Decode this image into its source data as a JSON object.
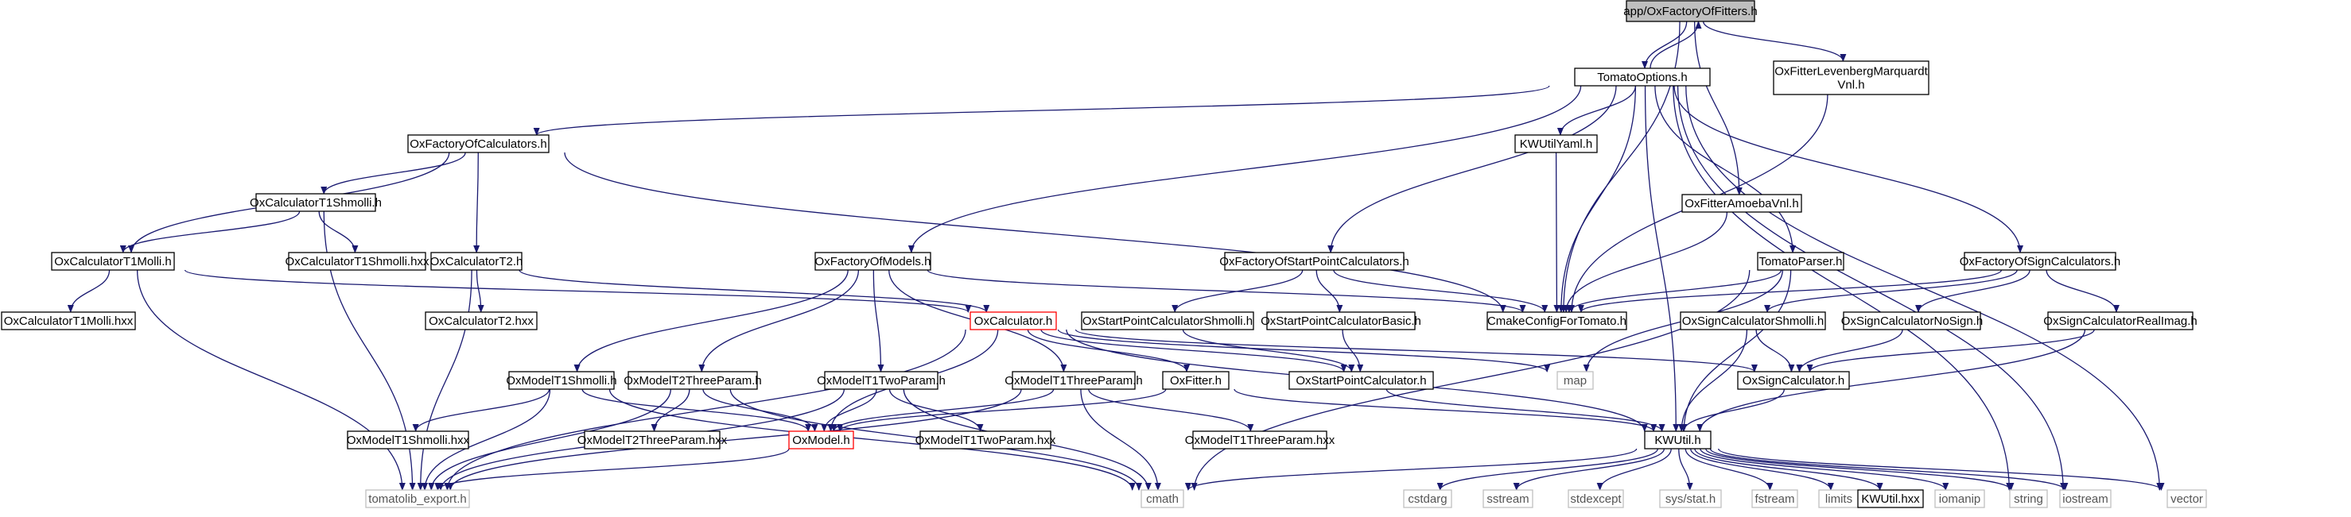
{
  "diagram": {
    "title": "",
    "colors": {
      "edge": "#191970",
      "root_fill": "#bfbfbf",
      "incomplete": "#ff0000",
      "external": "#bfbfbf"
    },
    "nodes": [
      {
        "id": "root",
        "lines": [
          "app/OxFactoryOfFitters.h"
        ],
        "style": "root"
      },
      {
        "id": "tomatoOptions",
        "lines": [
          "TomatoOptions.h"
        ],
        "style": "normal"
      },
      {
        "id": "lm",
        "lines": [
          "OxFitterLevenbergMarquardt",
          "Vnl.h"
        ],
        "style": "normal"
      },
      {
        "id": "factCalc",
        "lines": [
          "OxFactoryOfCalculators.h"
        ],
        "style": "normal"
      },
      {
        "id": "kwYaml",
        "lines": [
          "KWUtilYaml.h"
        ],
        "style": "normal"
      },
      {
        "id": "amoeba",
        "lines": [
          "OxFitterAmoebaVnl.h"
        ],
        "style": "normal"
      },
      {
        "id": "shmolli",
        "lines": [
          "OxCalculatorT1Shmolli.h"
        ],
        "style": "normal"
      },
      {
        "id": "shmolliHxx",
        "lines": [
          "OxCalculatorT1Shmolli.hxx"
        ],
        "style": "normal"
      },
      {
        "id": "molli",
        "lines": [
          "OxCalculatorT1Molli.h"
        ],
        "style": "normal"
      },
      {
        "id": "molliHxx",
        "lines": [
          "OxCalculatorT1Molli.hxx"
        ],
        "style": "normal"
      },
      {
        "id": "t2",
        "lines": [
          "OxCalculatorT2.h"
        ],
        "style": "normal"
      },
      {
        "id": "t2Hxx",
        "lines": [
          "OxCalculatorT2.hxx"
        ],
        "style": "normal"
      },
      {
        "id": "factModels",
        "lines": [
          "OxFactoryOfModels.h"
        ],
        "style": "normal"
      },
      {
        "id": "factStart",
        "lines": [
          "OxFactoryOfStartPointCalculators.h"
        ],
        "style": "normal"
      },
      {
        "id": "parser",
        "lines": [
          "TomatoParser.h"
        ],
        "style": "normal"
      },
      {
        "id": "factSign",
        "lines": [
          "OxFactoryOfSignCalculators.h"
        ],
        "style": "normal"
      },
      {
        "id": "calc",
        "lines": [
          "OxCalculator.h"
        ],
        "style": "red"
      },
      {
        "id": "cmake",
        "lines": [
          "CmakeConfigForTomato.h"
        ],
        "style": "normal"
      },
      {
        "id": "spShmolli",
        "lines": [
          "OxStartPointCalculatorShmolli.h"
        ],
        "style": "normal"
      },
      {
        "id": "spBasic",
        "lines": [
          "OxStartPointCalculatorBasic.h"
        ],
        "style": "normal"
      },
      {
        "id": "sgShmolli",
        "lines": [
          "OxSignCalculatorShmolli.h"
        ],
        "style": "normal"
      },
      {
        "id": "sgNoSign",
        "lines": [
          "OxSignCalculatorNoSign.h"
        ],
        "style": "normal"
      },
      {
        "id": "sgReal",
        "lines": [
          "OxSignCalculatorRealImag.h"
        ],
        "style": "normal"
      },
      {
        "id": "mShmolli",
        "lines": [
          "OxModelT1Shmolli.h"
        ],
        "style": "normal"
      },
      {
        "id": "mT2",
        "lines": [
          "OxModelT2ThreeParam.h"
        ],
        "style": "normal"
      },
      {
        "id": "mTwo",
        "lines": [
          "OxModelT1TwoParam.h"
        ],
        "style": "normal"
      },
      {
        "id": "mThree",
        "lines": [
          "OxModelT1ThreeParam.h"
        ],
        "style": "normal"
      },
      {
        "id": "fitter",
        "lines": [
          "OxFitter.h"
        ],
        "style": "normal"
      },
      {
        "id": "spCalc",
        "lines": [
          "OxStartPointCalculator.h"
        ],
        "style": "normal"
      },
      {
        "id": "map",
        "lines": [
          "map"
        ],
        "style": "grey"
      },
      {
        "id": "sgCalc",
        "lines": [
          "OxSignCalculator.h"
        ],
        "style": "normal"
      },
      {
        "id": "mShmolliHxx",
        "lines": [
          "OxModelT1Shmolli.hxx"
        ],
        "style": "normal"
      },
      {
        "id": "mT2Hxx",
        "lines": [
          "OxModelT2ThreeParam.hxx"
        ],
        "style": "normal"
      },
      {
        "id": "model",
        "lines": [
          "OxModel.h"
        ],
        "style": "red"
      },
      {
        "id": "mTwoHxx",
        "lines": [
          "OxModelT1TwoParam.hxx"
        ],
        "style": "normal"
      },
      {
        "id": "mThreeHxx",
        "lines": [
          "OxModelT1ThreeParam.hxx"
        ],
        "style": "normal"
      },
      {
        "id": "kwutil",
        "lines": [
          "KWUtil.h"
        ],
        "style": "normal"
      },
      {
        "id": "export",
        "lines": [
          "tomatolib_export.h"
        ],
        "style": "grey"
      },
      {
        "id": "cmath",
        "lines": [
          "cmath"
        ],
        "style": "grey"
      },
      {
        "id": "cstdarg",
        "lines": [
          "cstdarg"
        ],
        "style": "grey"
      },
      {
        "id": "sstream",
        "lines": [
          "sstream"
        ],
        "style": "grey"
      },
      {
        "id": "stdexcept",
        "lines": [
          "stdexcept"
        ],
        "style": "grey"
      },
      {
        "id": "sysstat",
        "lines": [
          "sys/stat.h"
        ],
        "style": "grey"
      },
      {
        "id": "fstream",
        "lines": [
          "fstream"
        ],
        "style": "grey"
      },
      {
        "id": "limits",
        "lines": [
          "limits"
        ],
        "style": "grey"
      },
      {
        "id": "kwHxx",
        "lines": [
          "KWUtil.hxx"
        ],
        "style": "normal"
      },
      {
        "id": "iomanip",
        "lines": [
          "iomanip"
        ],
        "style": "grey"
      },
      {
        "id": "string",
        "lines": [
          "string"
        ],
        "style": "grey"
      },
      {
        "id": "iostream",
        "lines": [
          "iostream"
        ],
        "style": "grey"
      },
      {
        "id": "vector",
        "lines": [
          "vector"
        ],
        "style": "grey"
      }
    ],
    "edges": [
      [
        "root",
        "tomatoOptions"
      ],
      [
        "root",
        "lm"
      ],
      [
        "root",
        "amoeba"
      ],
      [
        "root",
        "cmake"
      ],
      [
        "tomatoOptions",
        "root"
      ],
      [
        "tomatoOptions",
        "factCalc"
      ],
      [
        "tomatoOptions",
        "kwYaml"
      ],
      [
        "tomatoOptions",
        "factModels"
      ],
      [
        "tomatoOptions",
        "factStart"
      ],
      [
        "tomatoOptions",
        "parser"
      ],
      [
        "tomatoOptions",
        "factSign"
      ],
      [
        "tomatoOptions",
        "cmake"
      ],
      [
        "tomatoOptions",
        "kwutil"
      ],
      [
        "tomatoOptions",
        "iostream"
      ],
      [
        "tomatoOptions",
        "vector"
      ],
      [
        "tomatoOptions",
        "string"
      ],
      [
        "lm",
        "cmake"
      ],
      [
        "amoeba",
        "cmake"
      ],
      [
        "kwYaml",
        "cmake"
      ],
      [
        "factCalc",
        "shmolli"
      ],
      [
        "factCalc",
        "molli"
      ],
      [
        "factCalc",
        "t2"
      ],
      [
        "factCalc",
        "cmake"
      ],
      [
        "shmolli",
        "molli"
      ],
      [
        "shmolli",
        "shmolliHxx"
      ],
      [
        "shmolli",
        "export"
      ],
      [
        "molli",
        "molliHxx"
      ],
      [
        "molli",
        "calc"
      ],
      [
        "molli",
        "export"
      ],
      [
        "t2",
        "t2Hxx"
      ],
      [
        "t2",
        "calc"
      ],
      [
        "t2",
        "export"
      ],
      [
        "factModels",
        "mShmolli"
      ],
      [
        "factModels",
        "mT2"
      ],
      [
        "factModels",
        "mTwo"
      ],
      [
        "factModels",
        "mThree"
      ],
      [
        "factModels",
        "cmake"
      ],
      [
        "factStart",
        "spShmolli"
      ],
      [
        "factStart",
        "spBasic"
      ],
      [
        "factStart",
        "cmake"
      ],
      [
        "spShmolli",
        "spCalc"
      ],
      [
        "spBasic",
        "spCalc"
      ],
      [
        "parser",
        "cmake"
      ],
      [
        "parser",
        "map"
      ],
      [
        "parser",
        "kwutil"
      ],
      [
        "parser",
        "cmath"
      ],
      [
        "factSign",
        "sgShmolli"
      ],
      [
        "factSign",
        "sgNoSign"
      ],
      [
        "factSign",
        "sgReal"
      ],
      [
        "factSign",
        "cmake"
      ],
      [
        "sgShmolli",
        "sgCalc"
      ],
      [
        "sgShmolli",
        "kwutil"
      ],
      [
        "sgNoSign",
        "sgCalc"
      ],
      [
        "sgReal",
        "sgCalc"
      ],
      [
        "sgReal",
        "kwutil"
      ],
      [
        "sgCalc",
        "kwutil"
      ],
      [
        "calc",
        "model"
      ],
      [
        "calc",
        "fitter"
      ],
      [
        "calc",
        "spCalc"
      ],
      [
        "calc",
        "sgCalc"
      ],
      [
        "calc",
        "kwutil"
      ],
      [
        "calc",
        "map"
      ],
      [
        "calc",
        "export"
      ],
      [
        "fitter",
        "model"
      ],
      [
        "fitter",
        "kwutil"
      ],
      [
        "spCalc",
        "kwutil"
      ],
      [
        "mShmolli",
        "model"
      ],
      [
        "mShmolli",
        "mShmolliHxx"
      ],
      [
        "mShmolli",
        "export"
      ],
      [
        "mShmolli",
        "cmath"
      ],
      [
        "mT2",
        "model"
      ],
      [
        "mT2",
        "mT2Hxx"
      ],
      [
        "mT2",
        "export"
      ],
      [
        "mT2",
        "cmath"
      ],
      [
        "mTwo",
        "model"
      ],
      [
        "mTwo",
        "mTwoHxx"
      ],
      [
        "mTwo",
        "export"
      ],
      [
        "mTwo",
        "cmath"
      ],
      [
        "mThree",
        "model"
      ],
      [
        "mThree",
        "mThreeHxx"
      ],
      [
        "mThree",
        "export"
      ],
      [
        "mThree",
        "cmath"
      ],
      [
        "model",
        "export"
      ],
      [
        "kwutil",
        "cstdarg"
      ],
      [
        "kwutil",
        "sstream"
      ],
      [
        "kwutil",
        "stdexcept"
      ],
      [
        "kwutil",
        "sysstat"
      ],
      [
        "kwutil",
        "fstream"
      ],
      [
        "kwutil",
        "limits"
      ],
      [
        "kwutil",
        "kwHxx"
      ],
      [
        "kwutil",
        "iomanip"
      ],
      [
        "kwutil",
        "string"
      ],
      [
        "kwutil",
        "iostream"
      ],
      [
        "kwutil",
        "vector"
      ],
      [
        "kwutil",
        "cmath"
      ]
    ]
  }
}
